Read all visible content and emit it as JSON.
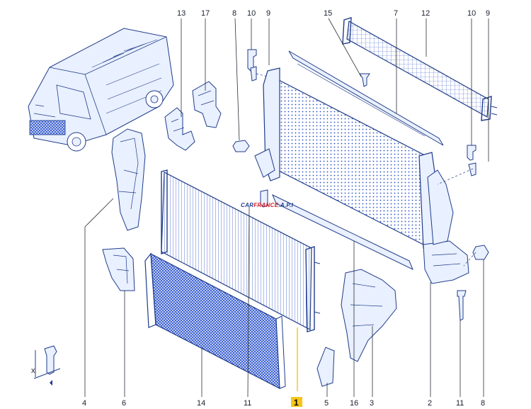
{
  "colors": {
    "line": "#1f3c8a",
    "dense": "#2a50c8",
    "highlight": "#f5c518",
    "text": "#1a1f2b",
    "brand_red": "#d21f2a",
    "brand_blue": "#1f3c8a"
  },
  "watermark": {
    "part1": "CAR",
    "part2": "FRANCE",
    "part3": ".A.P.I"
  },
  "labels": {
    "top": [
      "13",
      "17",
      "8",
      "10",
      "9",
      "15",
      "7",
      "12",
      "10",
      "9"
    ],
    "bottom": [
      "4",
      "6",
      "14",
      "11",
      "1",
      "5",
      "16",
      "3",
      "2",
      "11",
      "8"
    ],
    "axis_x": "x"
  }
}
